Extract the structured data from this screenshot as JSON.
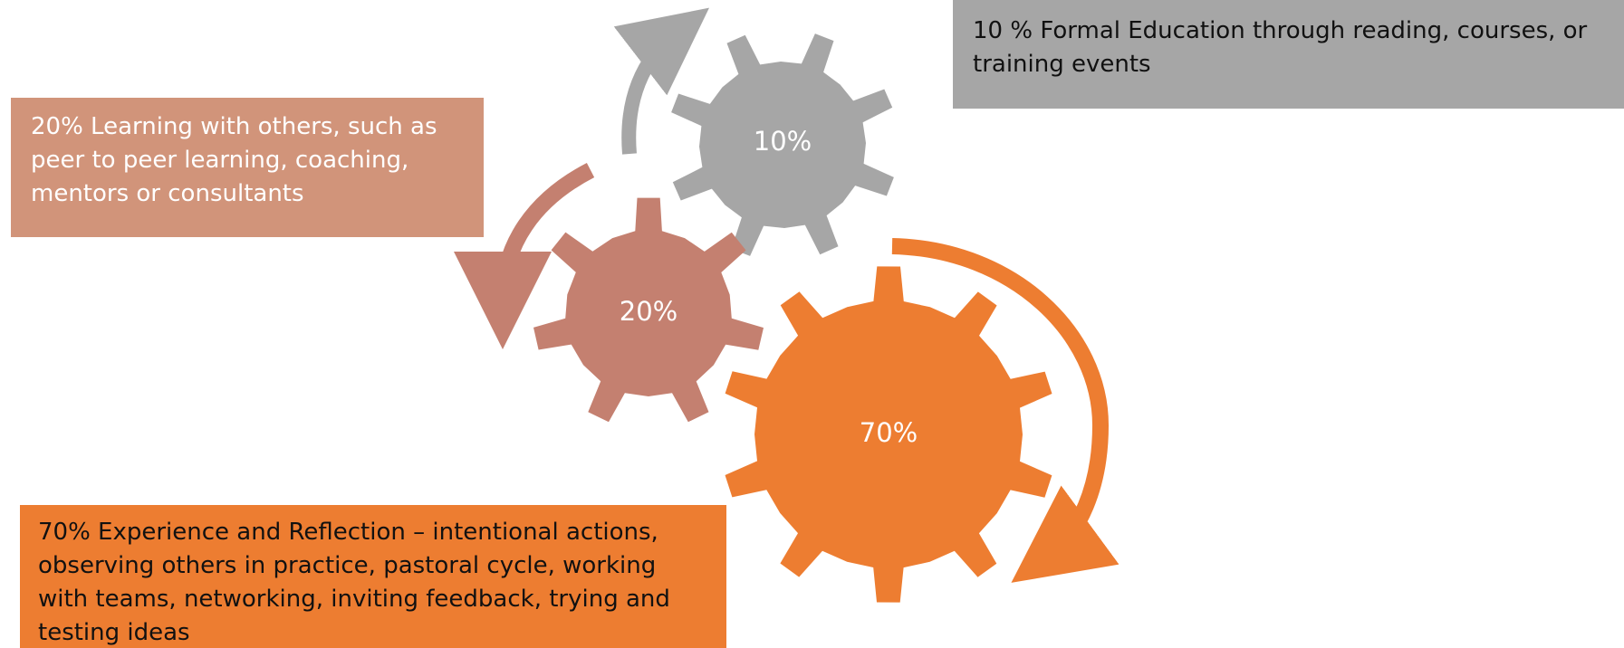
{
  "gears": [
    {
      "id": "gear-10",
      "label": "10%",
      "color": "#a6a6a6"
    },
    {
      "id": "gear-20",
      "label": "20%",
      "color": "#c48070"
    },
    {
      "id": "gear-70",
      "label": "70%",
      "color": "#ed7d31"
    }
  ],
  "arrows": [
    {
      "id": "arrow-10",
      "color": "#a6a6a6"
    },
    {
      "id": "arrow-20",
      "color": "#c48070"
    },
    {
      "id": "arrow-70",
      "color": "#ed7d31"
    }
  ],
  "callouts": {
    "ten": {
      "text": "10 % Formal Education through reading, courses, or training events",
      "color": "#a6a6a6"
    },
    "twenty": {
      "text": "20% Learning with others, such as peer to peer learning, coaching, mentors or consultants",
      "color": "#d1947a"
    },
    "seventy": {
      "text": "70% Experience and Reflection – intentional actions, observing others in practice, pastoral cycle, working with teams, networking, inviting feedback, trying and testing ideas",
      "color": "#ed7d31"
    }
  }
}
